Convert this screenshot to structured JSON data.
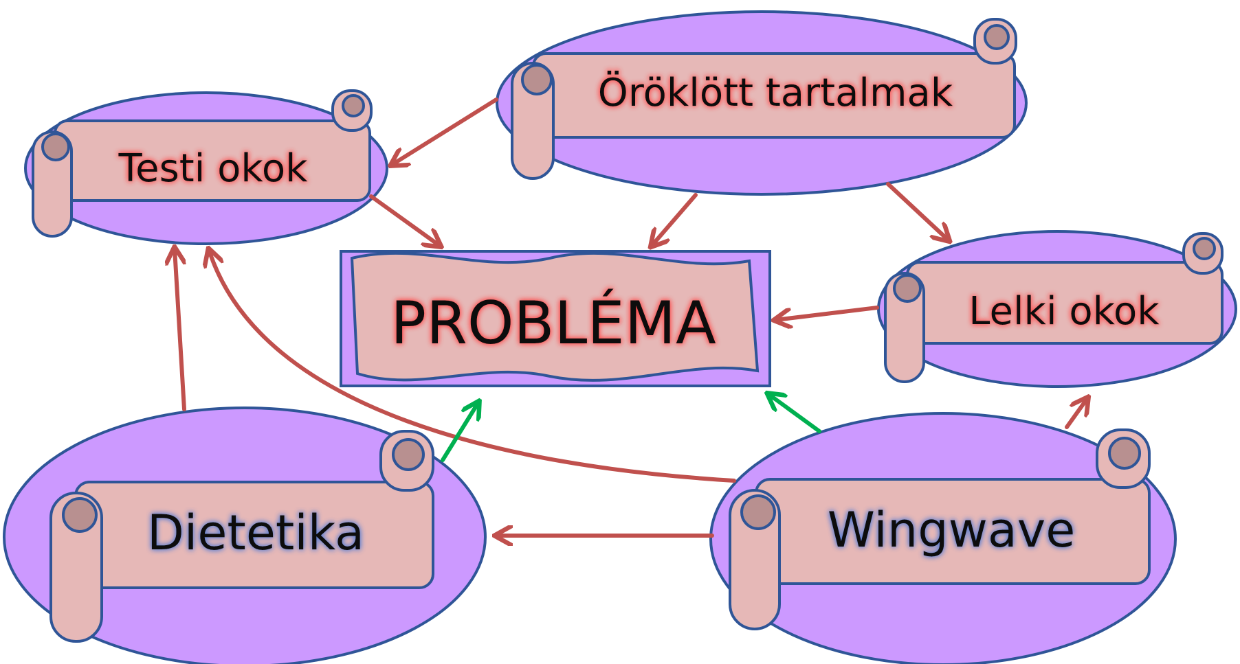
{
  "nodes": {
    "problema": "PROBLÉMA",
    "testi_okok": "Testi okok",
    "oroklott_tartalmak": "Öröklött tartalmak",
    "lelki_okok": "Lelki okok",
    "dietetika": "Dietetika",
    "wingwave": "Wingwave"
  },
  "colors": {
    "ellipse_fill": "#cc99ff",
    "outline": "#2f5597",
    "scroll_fill": "#e6b8b7",
    "curl_fill": "#b89090",
    "problem_fill": "#e6b8b7",
    "red_arrow": "#c0504d",
    "green_arrow": "#00b050",
    "red_glow": "#ff5050",
    "blue_glow": "#4472c4"
  }
}
